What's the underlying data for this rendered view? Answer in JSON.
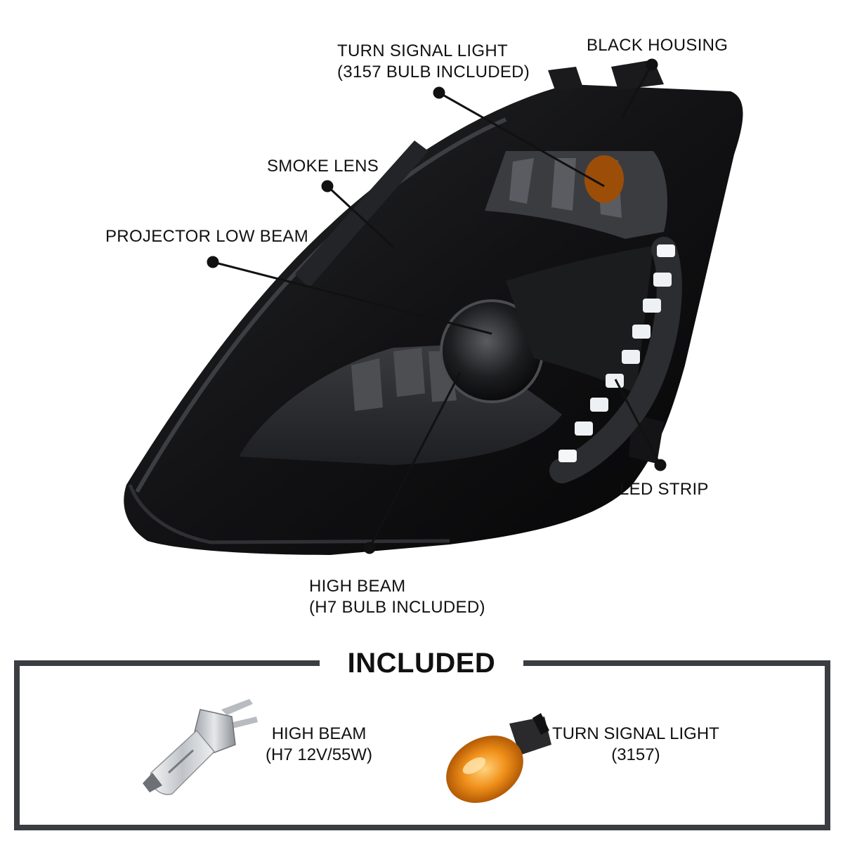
{
  "callouts": {
    "turn_signal": {
      "line1": "TURN SIGNAL LIGHT",
      "line2": "(3157 BULB INCLUDED)"
    },
    "black_housing": {
      "line1": "BLACK HOUSING"
    },
    "smoke_lens": {
      "line1": "SMOKE LENS"
    },
    "projector_low_beam": {
      "line1": "PROJECTOR LOW BEAM"
    },
    "led_strip": {
      "line1": "LED STRIP"
    },
    "high_beam": {
      "line1": "HIGH BEAM",
      "line2": "(H7 BULB INCLUDED)"
    }
  },
  "included": {
    "title": "INCLUDED",
    "items": [
      {
        "line1": "HIGH BEAM",
        "line2": "(H7 12V/55W)",
        "icon": "h7-halogen-bulb-icon"
      },
      {
        "line1": "TURN SIGNAL LIGHT",
        "line2": "(3157)",
        "icon": "amber-3157-bulb-icon"
      }
    ]
  },
  "colors": {
    "housing": "#141416",
    "lens_smoke": "#2a2b2e",
    "led": "#f4f6f8",
    "amber": "#e8820e",
    "frame": "#3a3d42",
    "text": "#111111"
  }
}
